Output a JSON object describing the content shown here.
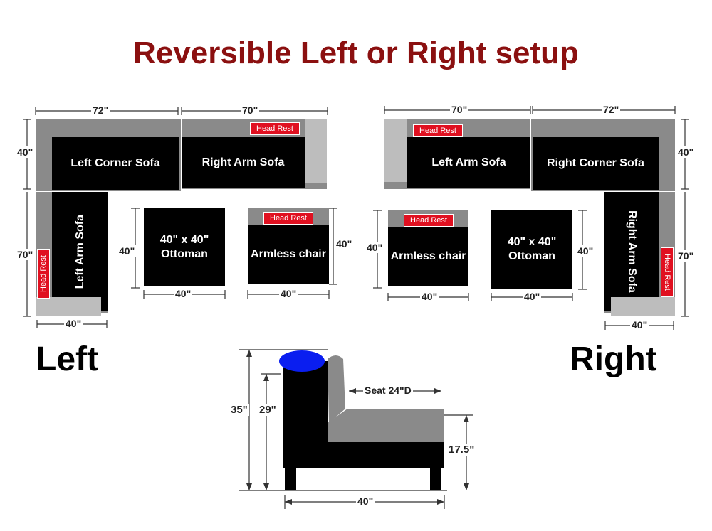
{
  "title": "Reversible Left or Right setup",
  "left_label": "Left",
  "right_label": "Right",
  "head_rest": "Head Rest",
  "left_layout": {
    "corner_sofa": "Left Corner Sofa",
    "right_arm_sofa": "Right  Arm Sofa",
    "left_arm_sofa": "Left Arm Sofa",
    "ottoman": "40\" x 40\" Ottoman",
    "armless": "Armless chair",
    "dim_72": "72\"",
    "dim_70_top": "70\"",
    "dim_40_side": "40\"",
    "dim_70_side": "70\"",
    "dim_40_bottom": "40\"",
    "dim_ottoman_side": "40\"",
    "dim_ottoman_bottom": "40\"",
    "dim_armless_side": "40\"",
    "dim_armless_bottom": "40\""
  },
  "right_layout": {
    "corner_sofa": "Right Corner Sofa",
    "left_arm_sofa": "Left Arm Sofa",
    "right_arm_sofa": "Right  Arm Sofa",
    "ottoman": "40\" x 40\" Ottoman",
    "armless": "Armless chair",
    "dim_70_top": "70\"",
    "dim_72": "72\"",
    "dim_40_side": "40\"",
    "dim_70_side": "70\"",
    "dim_40_bottom": "40\"",
    "dim_armless_side": "40\"",
    "dim_armless_bottom": "40\"",
    "dim_ottoman_side": "40\"",
    "dim_ottoman_bottom": "40\""
  },
  "side_view": {
    "height_total": "35\"",
    "height_back": "29\"",
    "seat_depth": "Seat 24\"D",
    "seat_height": "17.5\"",
    "width": "40\""
  }
}
